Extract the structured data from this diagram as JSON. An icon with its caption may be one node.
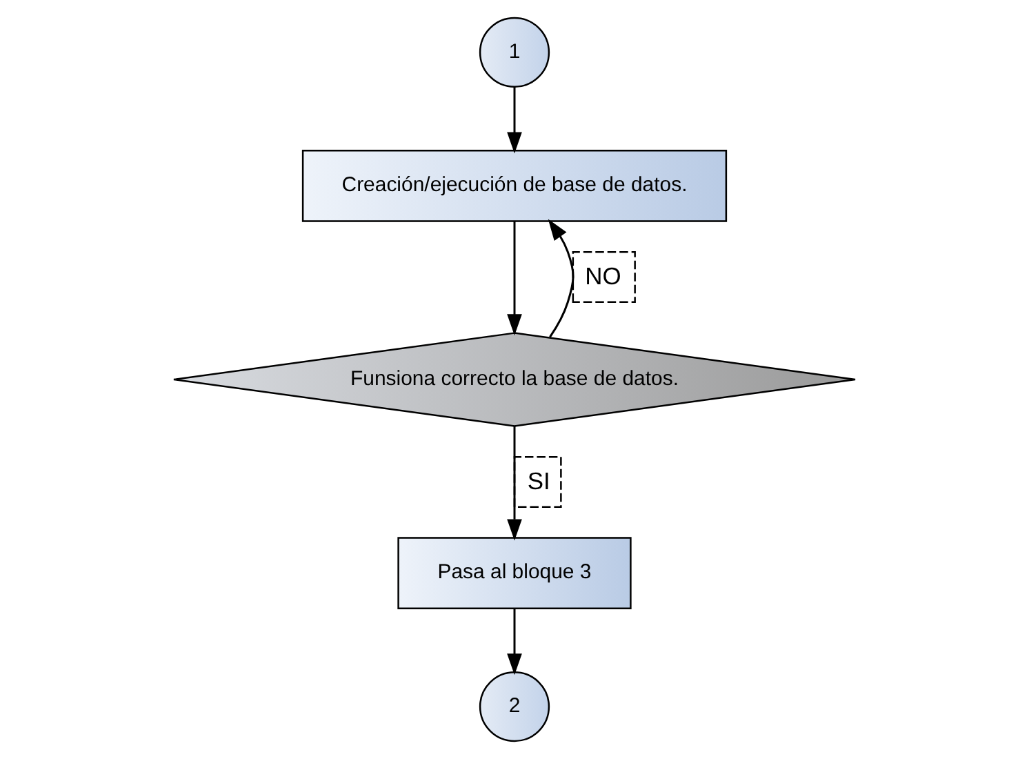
{
  "diagram": {
    "nodes": [
      {
        "text": [
          "1"
        ]
      },
      {
        "text": [
          "Creación/ejecución de base de datos."
        ]
      },
      {
        "text": [
          "Funsiona correcto la base de datos."
        ]
      },
      {
        "text": [
          "Pasa al bloque 3"
        ]
      },
      {
        "text": [
          "2"
        ]
      }
    ],
    "edges": [
      {
        "from": 0,
        "to": 1,
        "arrow": "to"
      },
      {
        "from": 1,
        "to": 2,
        "arrow": "to"
      },
      {
        "from": 2,
        "to": 1,
        "arrow": "to",
        "label": "NO"
      },
      {
        "from": 2,
        "to": 3,
        "arrow": "to",
        "label": "SI"
      },
      {
        "from": 3,
        "to": 4,
        "arrow": "to"
      }
    ]
  }
}
